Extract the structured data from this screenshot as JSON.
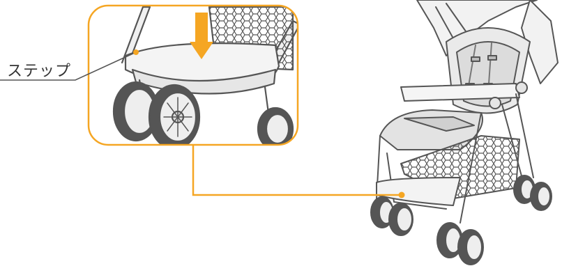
{
  "callout": {
    "label": "ステップ",
    "accent_color": "#f5a623",
    "line_color": "#333333"
  },
  "arrow": {
    "color": "#f5a623",
    "direction": "down"
  },
  "illustration": {
    "subject": "stroller",
    "icon": "stroller-illustration"
  }
}
